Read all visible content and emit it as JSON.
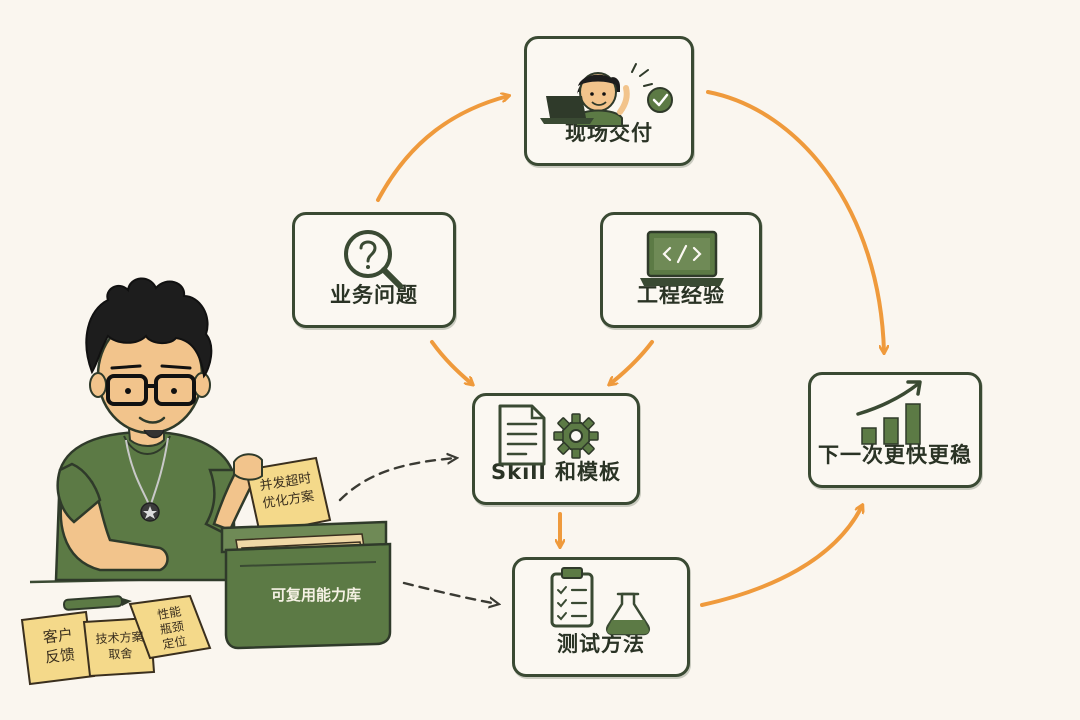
{
  "nodes": {
    "delivery": {
      "label": "现场交付",
      "icon": "developer-at-laptop-icon"
    },
    "business": {
      "label": "业务问题",
      "icon": "magnifier-question-icon"
    },
    "engineering": {
      "label": "工程经验",
      "icon": "code-laptop-icon"
    },
    "skill": {
      "label": "Skill 和模板",
      "icon": "document-gear-icon"
    },
    "test": {
      "label": "测试方法",
      "icon": "clipboard-flask-icon"
    },
    "faster": {
      "label": "下一次更快更稳",
      "icon": "growth-chart-icon"
    }
  },
  "library": {
    "label": "可复用能力库"
  },
  "notes": {
    "card_in_hand": "并发超时\n优化方案",
    "note_feedback": "客户\n反馈",
    "note_tradeoff": "技术方案\n取舍",
    "note_perf": "性能\n瓶颈\n定位"
  },
  "colors": {
    "arrow": "#ef9a3c",
    "outline": "#3a4a33",
    "green": "#5c7a45",
    "note": "#f4d98a",
    "background": "#faf6ef"
  }
}
